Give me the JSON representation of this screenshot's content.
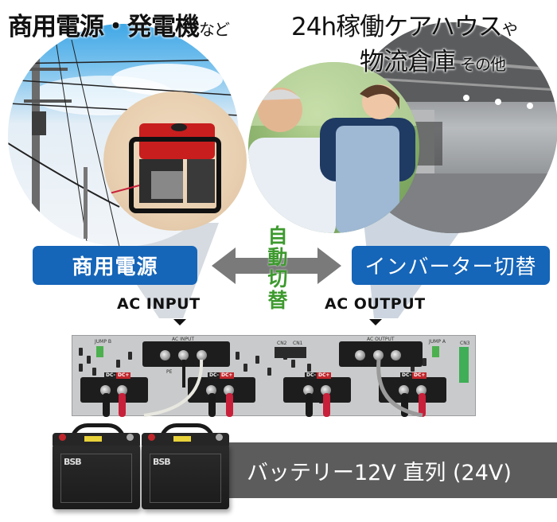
{
  "header": {
    "left_title_main": "商用電源・発電機",
    "left_title_suffix": "など",
    "right_title_line1_main": "24h稼働ケアハウス",
    "right_title_line1_suffix": "や",
    "right_title_line2_main": "物流倉庫",
    "right_title_line2_suffix": "その他"
  },
  "images": {
    "power_lines": "utility-power-lines-photo",
    "generator": "portable-generator-photo",
    "care_house": "caregiver-and-elderly-man-photo",
    "warehouse": "logistics-warehouse-photo",
    "device": "inverter-charger-rear-panel-photo",
    "batteries": "two-12v-batteries-photo"
  },
  "labels": {
    "left_box": "商用電源",
    "right_box": "インバーター切替",
    "auto_switch": [
      "自",
      "動",
      "切",
      "替"
    ],
    "ac_input": "AC INPUT",
    "ac_output": "AC OUTPUT"
  },
  "device": {
    "jump_b": "JUMP B",
    "jump_a": "JUMP A",
    "ac_input": "AC INPUT",
    "ac_output": "AC OUTPUT",
    "cn2": "CN2",
    "cn1": "CN1",
    "cn3": "CN3",
    "pe": "PE",
    "dc_minus": "DC-",
    "dc_plus": "DC+"
  },
  "battery": {
    "caption": "バッテリー12V 直列 (24V)",
    "brand": "BSB"
  },
  "colors": {
    "blue_box": "#1565b8",
    "green_text": "#3d9a2e",
    "arrow_gray": "#7a7a7a",
    "battery_band": "#5c5c5c"
  }
}
